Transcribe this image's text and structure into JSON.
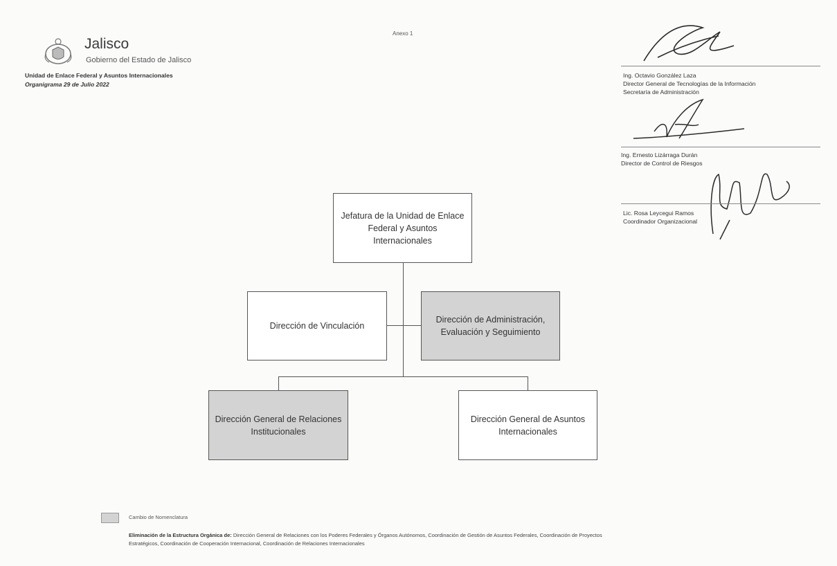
{
  "header": {
    "brand": "Jalisco",
    "brand_subtitle": "Gobierno del Estado de Jalisco",
    "unit_name": "Unidad de Enlace Federal y Asuntos Internacionales",
    "organigram_date": "Organigrama 29 de Julio 2022",
    "annex": "Anexo 1",
    "logo": "coat-of-arms-seal"
  },
  "signatories": [
    {
      "name": "Ing. Octavio González Laza",
      "title": "Director General de Tecnologías de la Información",
      "department": "Secretaría de Administración"
    },
    {
      "name": "Ing. Ernesto Lizárraga Durán",
      "title": "Director de Control de Riesgos"
    },
    {
      "name": "Lic. Rosa Leycegui Ramos",
      "title": "Coordinador Organizacional"
    }
  ],
  "org_chart": {
    "head": {
      "label": "Jefatura de la Unidad de Enlace Federal y Asuntos Internacionales",
      "changed": false
    },
    "left_unit": {
      "label": "Dirección de Vinculación",
      "changed": false
    },
    "right_unit": {
      "label": "Dirección de Administración, Evaluación y Seguimiento",
      "changed": true
    },
    "bottom_left": {
      "label": "Dirección General de Relaciones Institucionales",
      "changed": true
    },
    "bottom_right": {
      "label": "Dirección General de Asuntos Internacionales",
      "changed": false
    }
  },
  "legend": {
    "swatch_color": "#d3d3d3",
    "label": "Cambio de Nomenclatura"
  },
  "elimination": {
    "heading": "Eliminación de la Estructura Orgánica de:",
    "text": "Dirección General de Relaciones con los Poderes Federales y Órganos Autónomos, Coordinación de Gestión de Asuntos Federales, Coordinación de Proyectos Estratégicos, Coordinación de Cooperación Internacional, Coordinación de Relaciones Internacionales"
  }
}
